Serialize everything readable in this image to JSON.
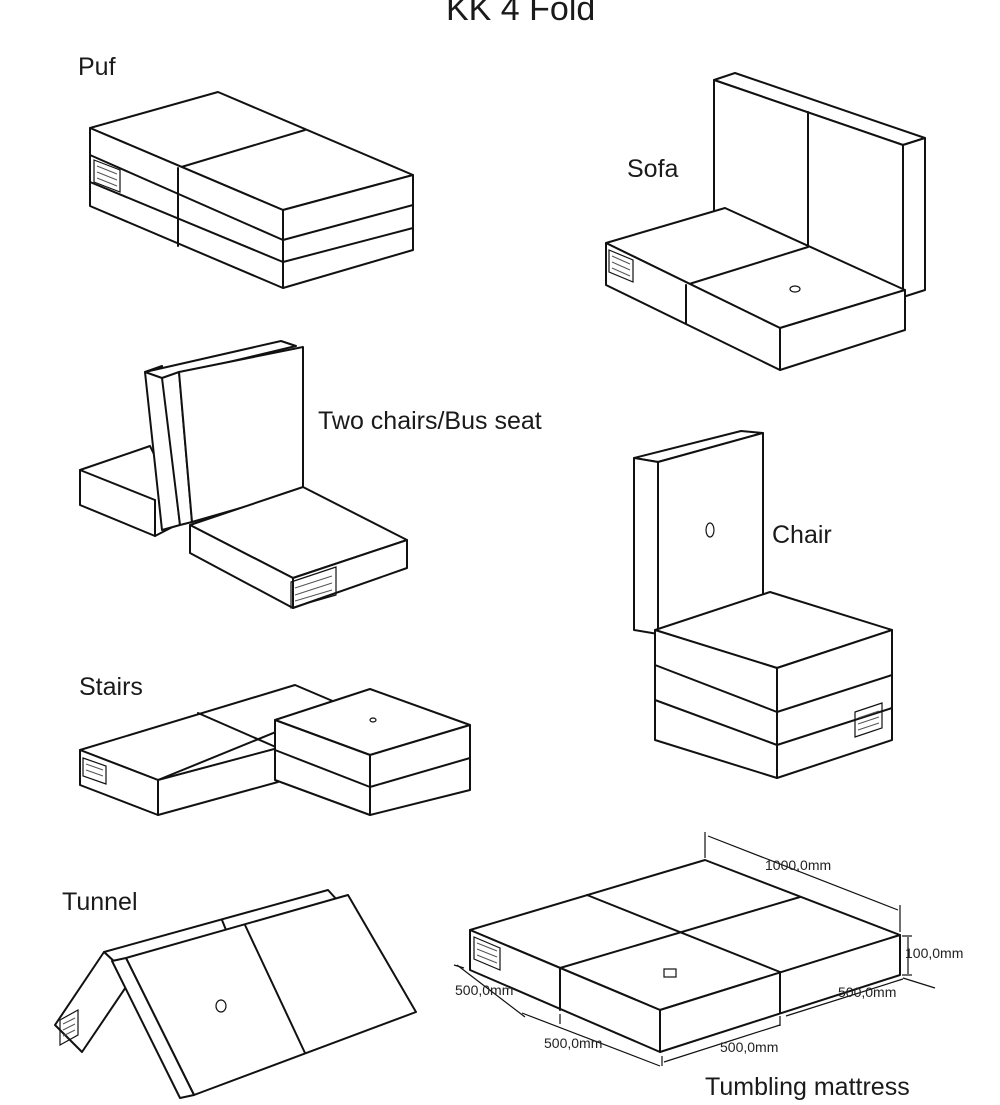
{
  "title": "KK 4 Fold",
  "configurations": {
    "puf": "Puf",
    "sofa": "Sofa",
    "two_chairs": "Two chairs/Bus seat",
    "chair": "Chair",
    "stairs": "Stairs",
    "tunnel": "Tunnel",
    "tumbling": "Tumbling mattress"
  },
  "dimensions": {
    "length": "1000,0mm",
    "height": "100,0mm",
    "width_right": "500,0mm",
    "width_left": "500,0mm",
    "front_left": "500,0mm",
    "front_right": "500,0mm"
  }
}
